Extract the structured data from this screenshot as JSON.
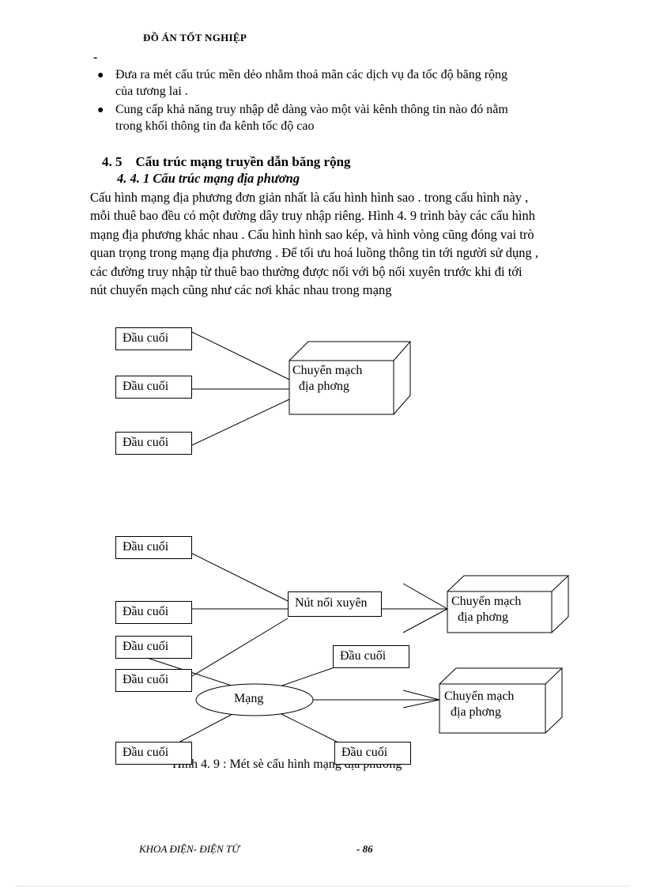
{
  "header": {
    "title": "ĐỒ ÁN TỐT NGHIỆP",
    "dash": "-"
  },
  "bullets": [
    {
      "line1": "Đưa ra mét cấu trúc mền dẻo nhằm thoả mãn các dịch vụ đa tốc độ băng rộng",
      "line2": "của tương lai ."
    },
    {
      "line1": "Cung cấp khả năng truy nhập dễ dàng vào một vài kênh thông tin nào đó nằm",
      "line2": "trong khối thông tin đa kênh tốc độ cao"
    }
  ],
  "section": {
    "number": "4. 5",
    "title": "Cấu trúc mạng truyền dẫn băng rộng"
  },
  "subsection": {
    "title": "4. 4. 1 Cấu trúc mạng địa phương"
  },
  "paragraph": [
    "Cấu hình mạng địa phương đơn giản nhất là cấu hình hình sao . trong cấu hình này ,",
    "mỗi thuê bao đều có một đường dây truy nhập riêng. Hình 4. 9 trình bày các cấu hình",
    "mạng địa phương khác nhau . Cấu hình hình sao kép, và hình vòng cũng đóng vai trò",
    "quan trọng trong mạng địa phương . Để tối ưu hoá luồng thông tin tới người sử dụng ,",
    "các đường truy nhập từ thuê bao thường được nối với bộ nối xuyên trước khi đi tới",
    "nút chuyển mạch cũng như các nơi khác nhau trong mạng"
  ],
  "diagram": {
    "terminal_label": "Đầu cuối",
    "switch_line1": "Chuyển mạch",
    "switch_line2": "địa phơng",
    "cross_connect_label": "Nút nối xuyên",
    "network_label": "Mạng"
  },
  "caption": "Hình 4. 9 : Mét sè cấu hình mạng địa phương",
  "footer": {
    "faculty": "KHOA ĐIỆN- ĐIỆN TỬ",
    "page": "- 86"
  }
}
